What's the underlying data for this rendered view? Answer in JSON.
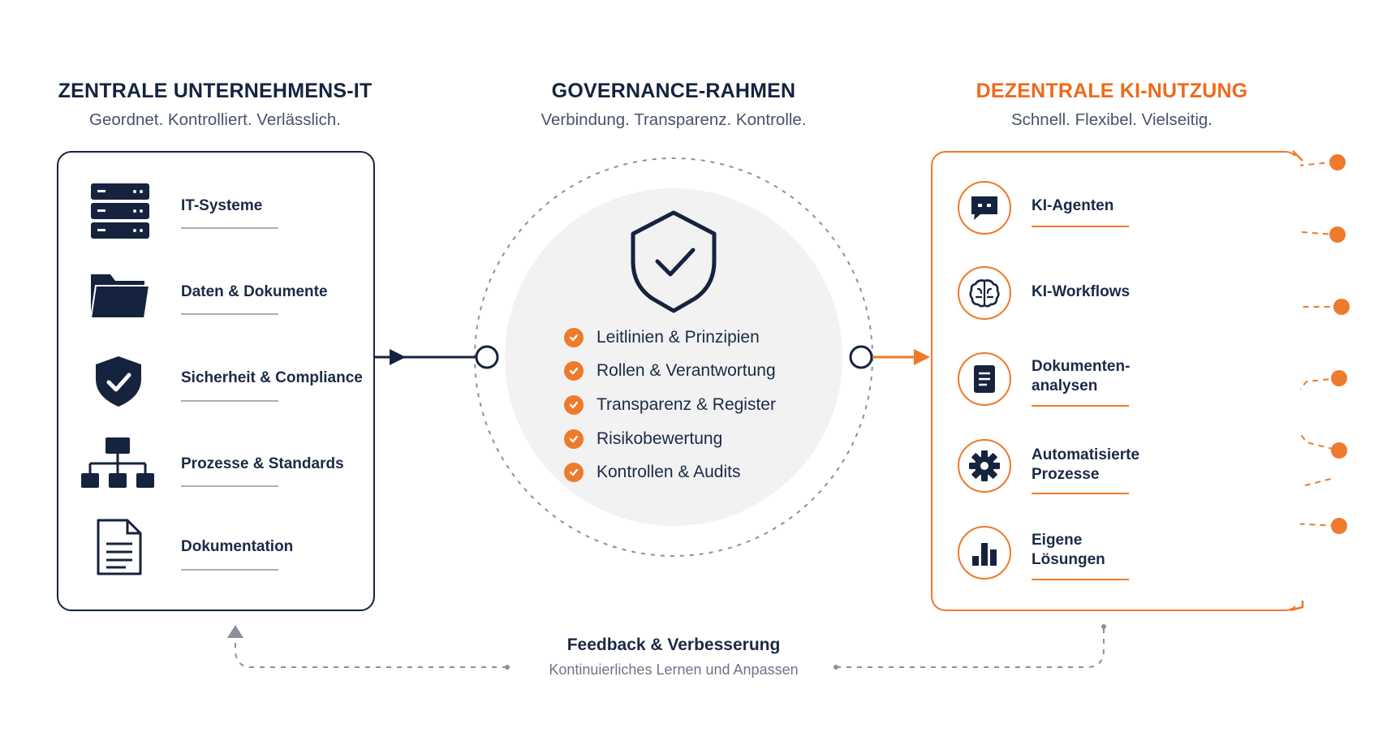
{
  "left_column": {
    "title": "ZENTRALE UNTERNEHMENS-IT",
    "subtitle": "Geordnet. Kontrolliert. Verlässlich.",
    "items": [
      {
        "label": "IT-Systeme",
        "icon": "server-icon"
      },
      {
        "label": "Daten & Dokumente",
        "icon": "folder-icon"
      },
      {
        "label": "Sicherheit & Compliance",
        "icon": "shield-check-icon"
      },
      {
        "label": "Prozesse & Standards",
        "icon": "org-chart-icon"
      },
      {
        "label": "Dokumentation",
        "icon": "document-icon"
      }
    ]
  },
  "center_column": {
    "title": "GOVERNANCE-RAHMEN",
    "subtitle": "Verbindung. Transparenz. Kontrolle.",
    "icon": "shield-check-icon",
    "items": [
      "Leitlinien & Prinzipien",
      "Rollen & Verantwortung",
      "Transparenz & Register",
      "Risikobewertung",
      "Kontrollen & Audits"
    ]
  },
  "right_column": {
    "title": "DEZENTRALE KI-NUTZUNG",
    "subtitle": "Schnell. Flexibel. Vielseitig.",
    "items": [
      {
        "line1": "KI-Agenten",
        "line2": "",
        "icon": "chat-bot-icon"
      },
      {
        "line1": "KI-Workflows",
        "line2": "",
        "icon": "brain-icon"
      },
      {
        "line1": "Dokumenten-",
        "line2": "analysen",
        "icon": "document-icon"
      },
      {
        "line1": "Automatisierte",
        "line2": "Prozesse",
        "icon": "gear-icon"
      },
      {
        "line1": "Eigene",
        "line2": "Lösungen",
        "icon": "bar-chart-icon"
      }
    ]
  },
  "feedback": {
    "title": "Feedback & Verbesserung",
    "subtitle": "Kontinuierliches Lernen und Anpassen"
  },
  "colors": {
    "navy": "#15233f",
    "orange": "#ee7a2b",
    "gray": "#8a909c",
    "circle_fill": "#f2f2f3"
  }
}
